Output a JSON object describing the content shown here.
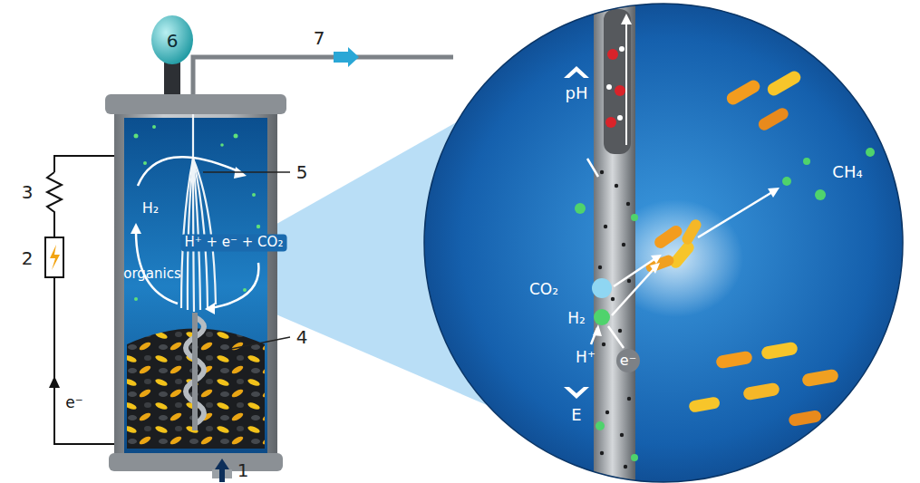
{
  "diagram": {
    "labels": [
      "6",
      "7",
      "5",
      "3",
      "H₂",
      "H⁺ + e⁻ + CO₂",
      "organics",
      "2",
      "4",
      "e⁻",
      "1",
      "pH",
      "CO₂",
      "H₂",
      "H⁺",
      "e⁻",
      "E",
      "CH₄"
    ]
  }
}
